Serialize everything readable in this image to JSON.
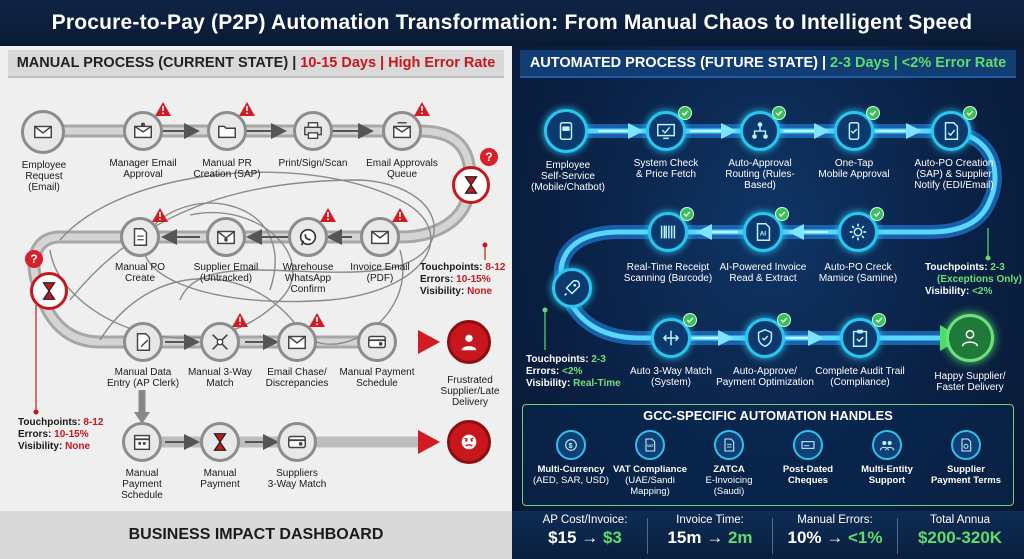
{
  "title": "Procure-to-Pay (P2P) Automation Transformation: From Manual Chaos to Intelligent Speed",
  "manual": {
    "header_main": "MANUAL PROCESS (CURRENT STATE) |",
    "header_red": "10-15 Days | High Error Rate",
    "nodes": [
      {
        "label": "Employee\nRequest\n(Email)",
        "icon": "envelope-icon"
      },
      {
        "label": "Manager Email\nApproval",
        "icon": "envelope-user-icon"
      },
      {
        "label": "Manual PR\nCreation (SAP)",
        "icon": "folder-icon"
      },
      {
        "label": "Print/Sign/Scan",
        "icon": "printer-icon"
      },
      {
        "label": "Email Approvals\nQueue",
        "icon": "envelope-list-icon"
      },
      {
        "label": "Invoice Email\n(PDF)",
        "icon": "envelope-icon"
      },
      {
        "label": "Warehouse\nWhatsApp\nConfirm",
        "icon": "whatsapp-icon"
      },
      {
        "label": "Supplier Email\n(Untracked)",
        "icon": "envelope-icon"
      },
      {
        "label": "Manual PO\nCreate",
        "icon": "document-icon"
      },
      {
        "label": "Manual Data\nEntry (AP Clerk)",
        "icon": "document-edit-icon"
      },
      {
        "label": "Manual 3-Way\nMatch",
        "icon": "match-icon"
      },
      {
        "label": "Email Chase/\nDiscrepancies",
        "icon": "envelope-icon"
      },
      {
        "label": "Manual Payment\nSchedule",
        "icon": "payment-icon"
      },
      {
        "label": "Frustrated\nSupplier/Late\nDelivery",
        "icon": "person-icon"
      },
      {
        "label": "Manual\nPayment\nSchedule",
        "icon": "calendar-icon"
      },
      {
        "label": "Manual\nPayment",
        "icon": "hourglass-icon"
      },
      {
        "label": "Suppliers\n3-Way Match",
        "icon": "payment-icon"
      }
    ],
    "stats_right": {
      "touchpoints_label": "Touchpoints:",
      "touchpoints": "8-12",
      "errors_label": "Errors:",
      "errors": "10-15%",
      "visibility_label": "Visibility:",
      "visibility": "None"
    },
    "stats_left": {
      "touchpoints_label": "Touchpoints:",
      "touchpoints": "8-12",
      "errors_label": "Errors:",
      "errors": "10-15%",
      "visibility_label": "Visibility:",
      "visibility": "None"
    }
  },
  "automated": {
    "header_main": "AUTOMATED PROCESS (FUTURE STATE) |",
    "header_green": "2-3 Days | <2% Error Rate",
    "nodes": [
      {
        "label": "Employee\nSelf-Service\n(Mobile/Chatbot)",
        "icon": "chatbot-icon"
      },
      {
        "label": "System Check\n& Price Fetch",
        "icon": "monitor-check-icon"
      },
      {
        "label": "Auto-Approval\nRouting (Rules-\nBased)",
        "icon": "hierarchy-icon"
      },
      {
        "label": "One-Tap\nMobile Approval",
        "icon": "mobile-icon"
      },
      {
        "label": "Auto-PO Creation\n(SAP) & Supplier\nNotify (EDI/Email)",
        "icon": "document-check-icon"
      },
      {
        "label": "Auto-PO Creck\nMamice (Samine)",
        "icon": "gear-icon"
      },
      {
        "label": "AI-Powered Invoice\nRead & Extract",
        "icon": "ai-document-icon"
      },
      {
        "label": "Real-Time Receipt\nScanning (Barcode)",
        "icon": "barcode-icon"
      },
      {
        "label": "Auto 3-Way Match\n(System)",
        "icon": "arrows-icon"
      },
      {
        "label": "Auto-Approve/\nPayment Optimization",
        "icon": "shield-check-icon"
      },
      {
        "label": "Complete Audit Trail\n(Compliance)",
        "icon": "clipboard-check-icon"
      },
      {
        "label": "Happy Supplier/\nFaster Delivery",
        "icon": "person-icon"
      }
    ],
    "stats_right": {
      "touchpoints_label": "Touchpoints:",
      "touchpoints": "2-3",
      "errors_extra": "(Exceptions Only)",
      "visibility_label": "Visibility:",
      "visibility": "<2%"
    },
    "stats_left": {
      "touchpoints_label": "Touchpoints:",
      "touchpoints": "2-3",
      "errors_label": "Errors:",
      "errors": "<2%",
      "visibility_label": "Visibility:",
      "visibility": "Real-Time"
    }
  },
  "gcc": {
    "title": "GCC-SPECIFIC AUTOMATION HANDLES",
    "items": [
      {
        "label": "Multi-Currency",
        "sub": "(AED, SAR, USD)",
        "icon": "currency-icon"
      },
      {
        "label": "VAT Compliance",
        "sub": "(UAE/Sandi\nMapping)",
        "icon": "vat-icon"
      },
      {
        "label": "ZATCA",
        "sub": "E-Invoicing\n(Saudi)",
        "icon": "invoice-icon"
      },
      {
        "label": "Post-Dated",
        "sub": "Cheques",
        "icon": "cheque-icon"
      },
      {
        "label": "Multi-Entity",
        "sub": "Support",
        "icon": "users-icon"
      },
      {
        "label": "Supplier",
        "sub": "Payment Terms",
        "icon": "terms-icon"
      }
    ]
  },
  "dashboard": {
    "title": "BUSINESS IMPACT DASHBOARD",
    "metrics": [
      {
        "label": "AP Cost/Invoice:",
        "from": "$15",
        "arrow": "→",
        "to": "$3"
      },
      {
        "label": "Invoice Time:",
        "from": "15m",
        "arrow": "→",
        "to": "2m"
      },
      {
        "label": "Manual Errors:",
        "from": "10%",
        "arrow": "→",
        "to": "<1%"
      },
      {
        "label": "Total Annua",
        "from": "",
        "arrow": "",
        "to": "$200-320K"
      }
    ]
  },
  "colors": {
    "manual_red": "#c8161d",
    "auto_blue": "#28c7f0",
    "auto_green": "#5fdc6a",
    "navy": "#0b1a33"
  }
}
